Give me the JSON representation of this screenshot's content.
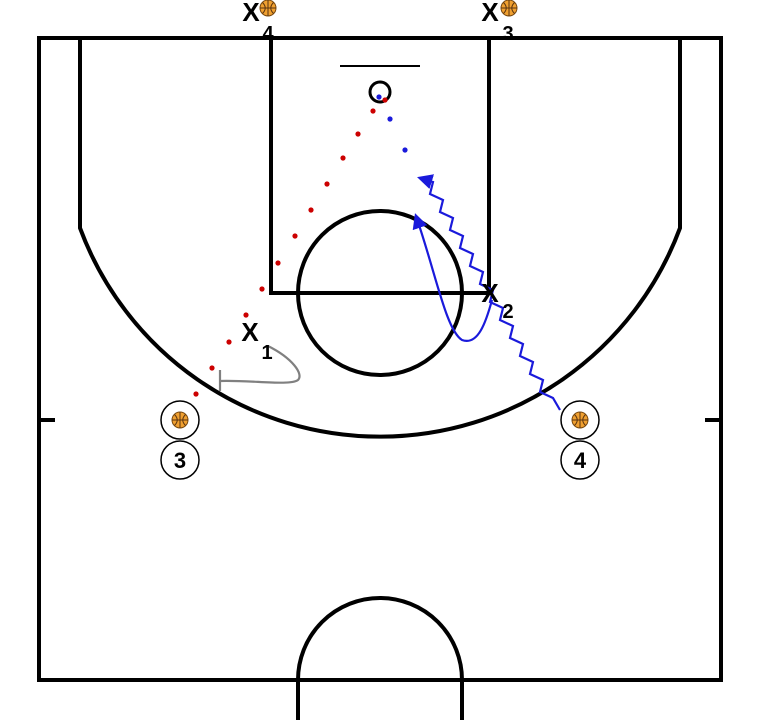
{
  "players": {
    "defense": [
      {
        "x_label": "X",
        "number": "4",
        "has_ball": true
      },
      {
        "x_label": "X",
        "number": "3",
        "has_ball": true
      },
      {
        "x_label": "X",
        "number": "1",
        "has_ball": false
      },
      {
        "x_label": "X",
        "number": "2",
        "has_ball": false
      }
    ],
    "offense": [
      {
        "number": "3",
        "has_ball": true
      },
      {
        "number": "4",
        "has_ball": true
      }
    ]
  },
  "colors": {
    "court_line": "#000000",
    "pass_line": "#cc0000",
    "dribble_line": "#1a1adb",
    "screen_line": "#808080",
    "ball": "#f0a030"
  },
  "icons": [
    "basketball-icon",
    "basket-ring-icon"
  ]
}
